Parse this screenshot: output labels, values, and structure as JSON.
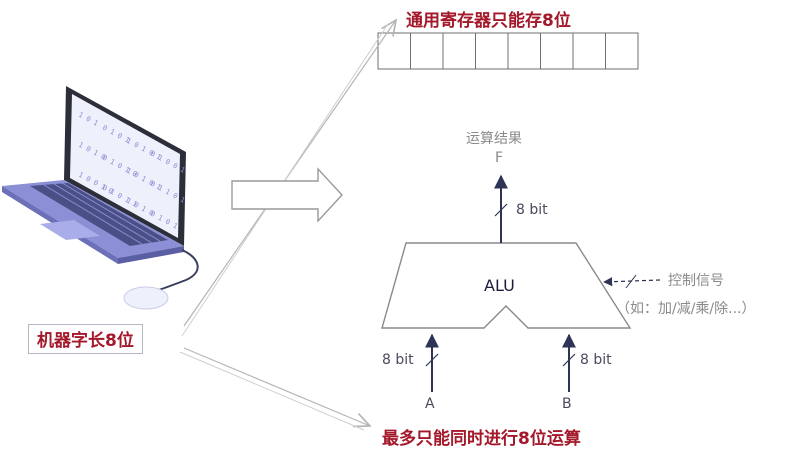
{
  "register": {
    "title": "通用寄存器只能存8位",
    "cell_count": 8
  },
  "laptop": {
    "screen_digits": [
      "1 0 1",
      "0 1 0 1",
      "1 0 1 0 1",
      "0 1 0 0 1",
      "1 0 1 0",
      "0 1 0 1 0",
      "1 0 1 0 1",
      "0 1 1 0 1",
      "1 0 0 1 0",
      "0 1 0 1 1",
      "1 0 1 0",
      "0 1 0 1"
    ]
  },
  "word_length_label": "机器字长8位",
  "alu_diagram": {
    "result_caption": "运算结果",
    "output_name": "F",
    "output_width": "8 bit",
    "alu_label": "ALU",
    "control_caption": "控制信号",
    "control_examples": "（如：加/减/乘/除...）",
    "input_a_width": "8 bit",
    "input_b_width": "8 bit",
    "input_a_name": "A",
    "input_b_name": "B"
  },
  "bottom_title": "最多只能同时进行8位运算",
  "colors": {
    "title_red": "#a3182a",
    "alu_arrow": "#2e3455",
    "laptop_body": "#8a8fd6"
  }
}
